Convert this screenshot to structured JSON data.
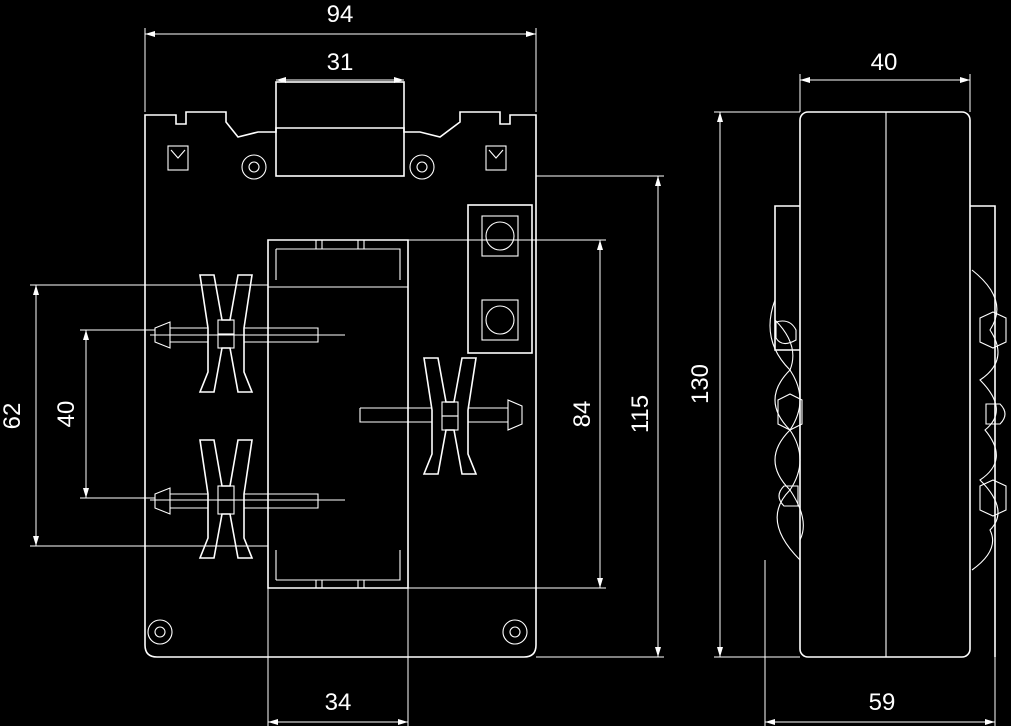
{
  "dimensions": {
    "overall_width": "94",
    "window_top": "31",
    "window_bottom": "34",
    "side_depth": "40",
    "side_base": "59",
    "busbar_outer": "62",
    "busbar_inner": "40",
    "window_height": "84",
    "body_height": "115",
    "total_height": "130"
  },
  "colors": {
    "background": "#000000",
    "line": "#ffffff"
  }
}
